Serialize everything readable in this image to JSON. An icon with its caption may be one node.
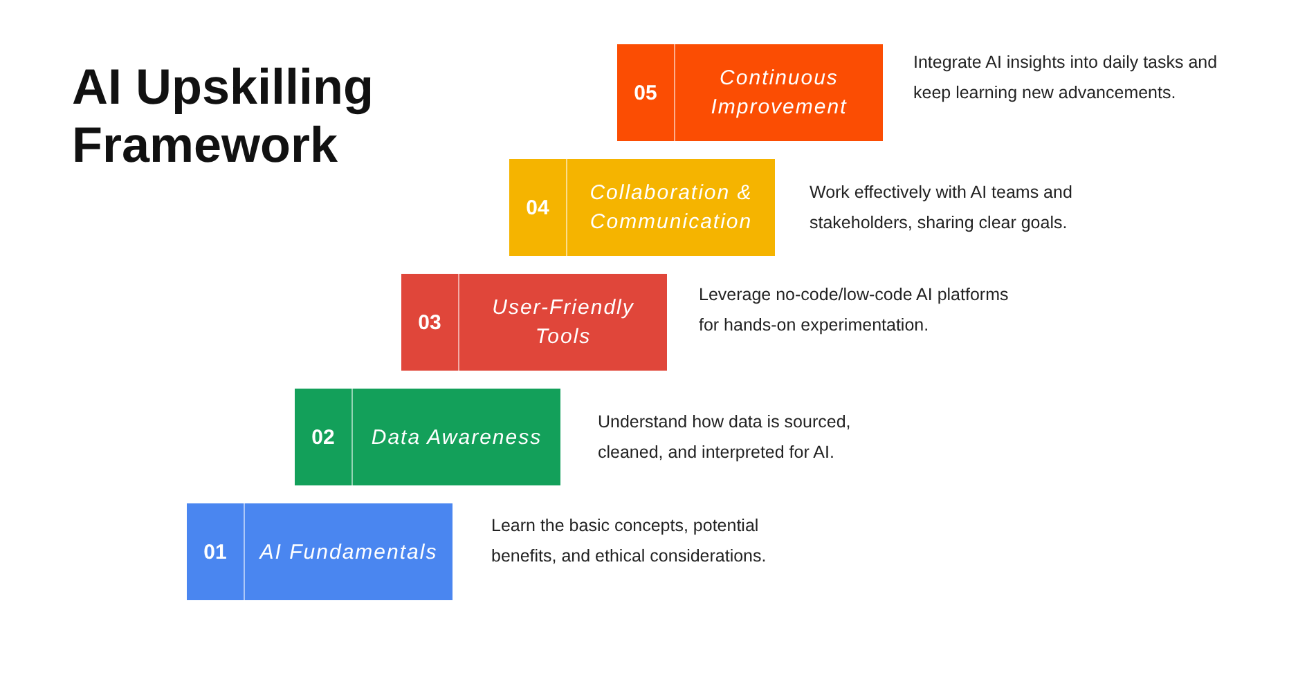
{
  "diagram": {
    "title": "AI Upskilling Framework",
    "nodes": [
      {
        "text": [
          "01",
          "AI Fundamentals"
        ],
        "beside": [
          "Learn the basic concepts, potential benefits, and ethical considerations."
        ]
      },
      {
        "text": [
          "02",
          "Data Awareness"
        ],
        "beside": [
          "Understand how data is sourced, cleaned, and interpreted for AI."
        ]
      },
      {
        "text": [
          "03",
          "User-Friendly Tools"
        ],
        "beside": [
          "Leverage no-code/low-code AI platforms for hands-on experimentation."
        ]
      },
      {
        "text": [
          "04",
          "Collaboration & Communication"
        ],
        "beside": [
          "Work effectively with AI teams and stakeholders, sharing clear goals."
        ]
      },
      {
        "text": [
          "05",
          "Continuous Improvement"
        ],
        "beside": [
          "Integrate AI insights into daily tasks and keep learning new advancements."
        ]
      }
    ]
  }
}
